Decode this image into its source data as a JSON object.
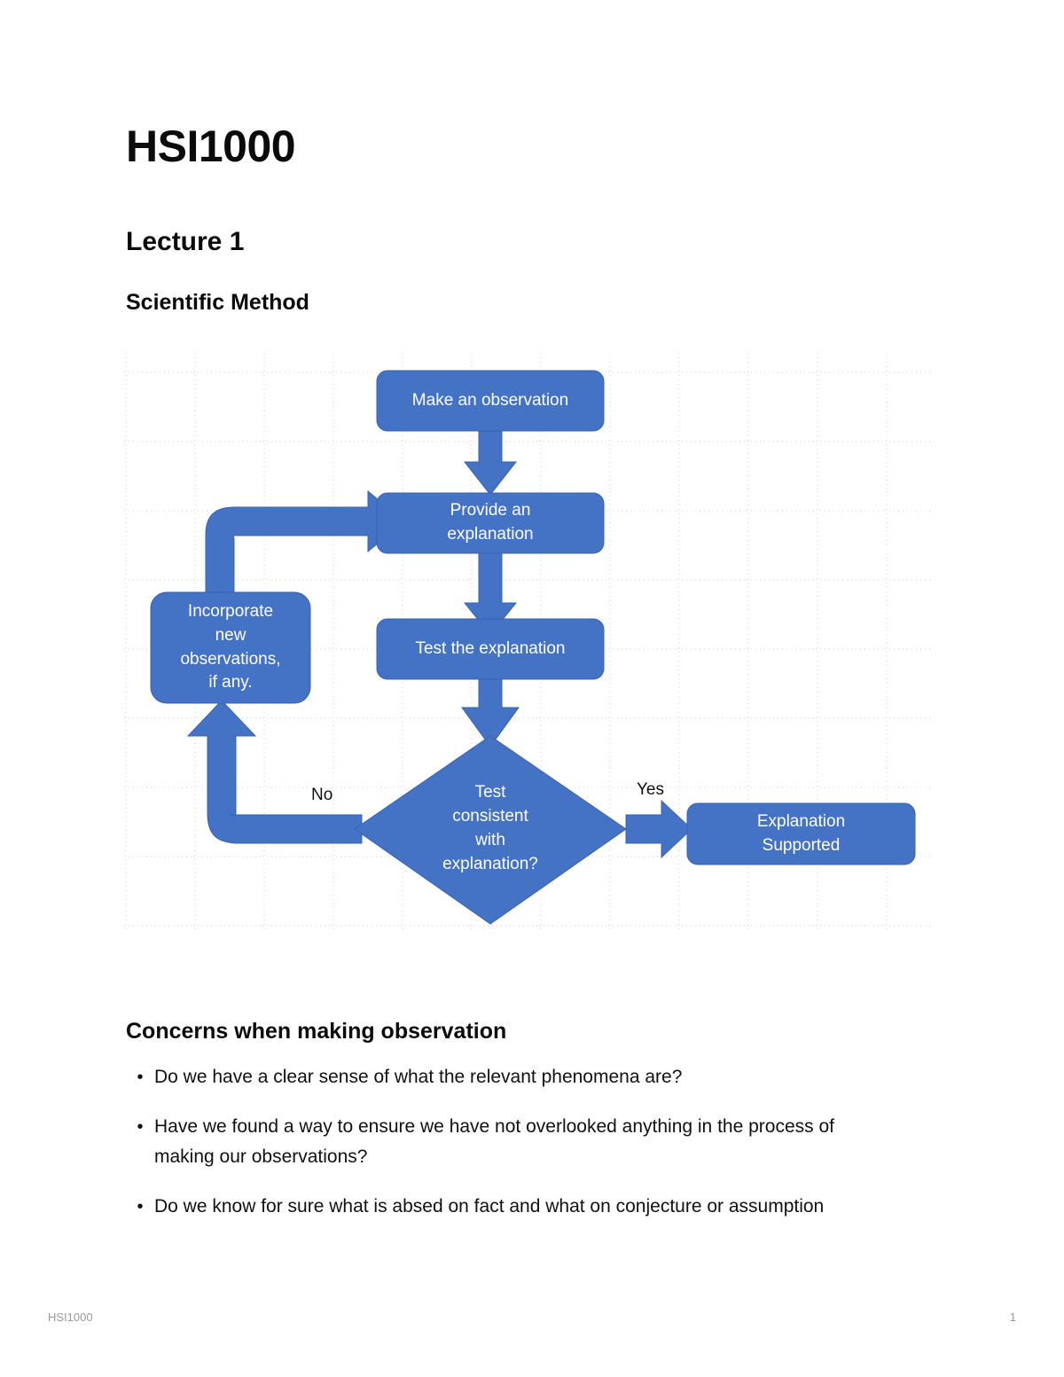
{
  "document": {
    "title": "HSI1000",
    "lecture_heading": "Lecture 1",
    "section_heading": "Scientific Method",
    "concerns_heading": "Concerns when making observation"
  },
  "colors": {
    "node_fill": "#4472C4",
    "node_stroke": "#3A63AE",
    "arrow_fill": "#4472C4",
    "grid_line": "#cfcfcf",
    "text_on_node": "#FFFFFF",
    "body_text": "#111111",
    "footer_text": "#9a9a9a"
  },
  "flowchart": {
    "name": "scientific-method-flowchart",
    "nodes": [
      {
        "id": "observe",
        "shape": "rounded-rect",
        "label": "Make an observation"
      },
      {
        "id": "explain",
        "shape": "rounded-rect",
        "label": "Provide an\nexplanation"
      },
      {
        "id": "test",
        "shape": "rounded-rect",
        "label": "Test the explanation"
      },
      {
        "id": "decision",
        "shape": "diamond",
        "label": "Test\nconsistent\nwith\nexplanation?"
      },
      {
        "id": "supported",
        "shape": "rounded-rect",
        "label": "Explanation\nSupported"
      },
      {
        "id": "incorporate",
        "shape": "rounded-rect",
        "label": "Incorporate\nnew\nobservations,\nif any."
      }
    ],
    "edges": [
      {
        "from": "observe",
        "to": "explain",
        "label": ""
      },
      {
        "from": "explain",
        "to": "test",
        "label": ""
      },
      {
        "from": "test",
        "to": "decision",
        "label": ""
      },
      {
        "from": "decision",
        "to": "supported",
        "label": "Yes"
      },
      {
        "from": "decision",
        "to": "incorporate",
        "label": "No"
      },
      {
        "from": "incorporate",
        "to": "explain",
        "label": ""
      }
    ],
    "edge_labels": {
      "no": "No",
      "yes": "Yes"
    }
  },
  "bullets": [
    "Do we have a clear sense of what the relevant phenomena are?",
    "Have we found a way to ensure we have not overlooked anything in the process of making our observations?",
    "Do we know for sure what is absed on fact and what on conjecture or assumption"
  ],
  "footer": {
    "left": "HSI1000",
    "page_number": "1"
  }
}
